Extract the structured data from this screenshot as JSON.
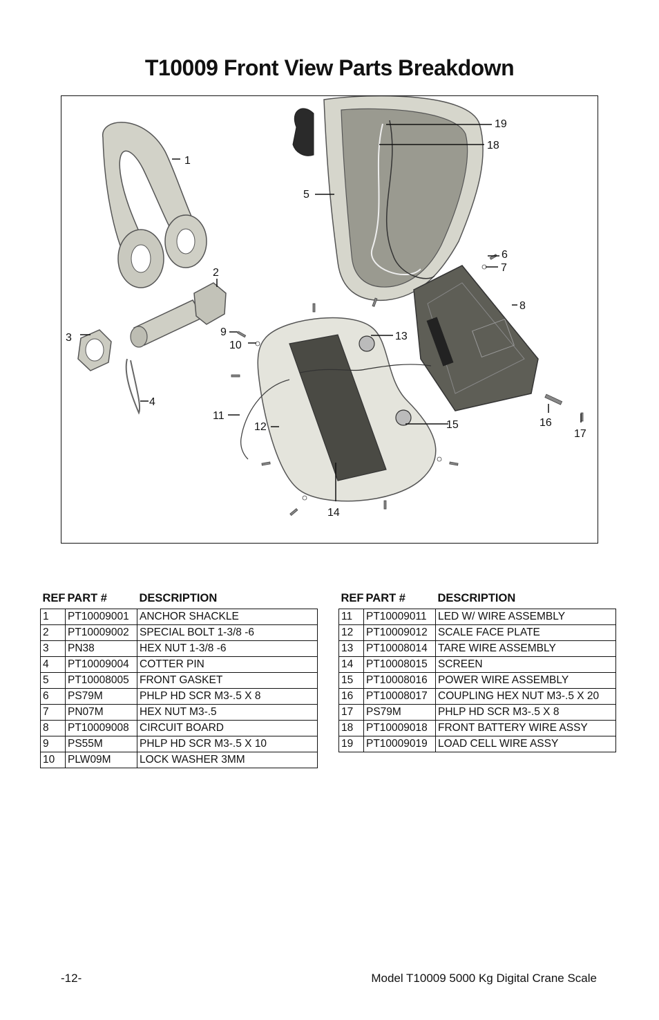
{
  "title": "T10009 Front View Parts Breakdown",
  "callouts": [
    "1",
    "2",
    "3",
    "4",
    "5",
    "6",
    "7",
    "8",
    "9",
    "10",
    "11",
    "12",
    "13",
    "14",
    "15",
    "16",
    "17",
    "18",
    "19"
  ],
  "table": {
    "headers": {
      "ref": "REF",
      "part": "PART #",
      "desc": "DESCRIPTION"
    },
    "rows": [
      {
        "ref": "1",
        "part": "PT10009001",
        "desc": "ANCHOR SHACKLE"
      },
      {
        "ref": "2",
        "part": "PT10009002",
        "desc": "SPECIAL BOLT 1-3/8 -6"
      },
      {
        "ref": "3",
        "part": "PN38",
        "desc": "HEX NUT 1-3/8 -6"
      },
      {
        "ref": "4",
        "part": "PT10009004",
        "desc": "COTTER PIN"
      },
      {
        "ref": "5",
        "part": "PT10008005",
        "desc": "FRONT GASKET"
      },
      {
        "ref": "6",
        "part": "PS79M",
        "desc": "PHLP HD SCR M3-.5 X 8"
      },
      {
        "ref": "7",
        "part": "PN07M",
        "desc": "HEX NUT M3-.5"
      },
      {
        "ref": "8",
        "part": "PT10009008",
        "desc": "CIRCUIT BOARD"
      },
      {
        "ref": "9",
        "part": "PS55M",
        "desc": "PHLP HD SCR M3-.5 X 10"
      },
      {
        "ref": "10",
        "part": "PLW09M",
        "desc": "LOCK WASHER 3MM"
      },
      {
        "ref": "11",
        "part": "PT10009011",
        "desc": "LED W/ WIRE ASSEMBLY"
      },
      {
        "ref": "12",
        "part": "PT10009012",
        "desc": "SCALE FACE PLATE"
      },
      {
        "ref": "13",
        "part": "PT10008014",
        "desc": "TARE WIRE ASSEMBLY"
      },
      {
        "ref": "14",
        "part": "PT10008015",
        "desc": "SCREEN"
      },
      {
        "ref": "15",
        "part": "PT10008016",
        "desc": "POWER WIRE ASSEMBLY"
      },
      {
        "ref": "16",
        "part": "PT10008017",
        "desc": "COUPLING HEX NUT M3-.5 X 20"
      },
      {
        "ref": "17",
        "part": "PS79M",
        "desc": "PHLP HD SCR M3-.5 X 8"
      },
      {
        "ref": "18",
        "part": "PT10009018",
        "desc": "FRONT BATTERY WIRE ASSY"
      },
      {
        "ref": "19",
        "part": "PT10009019",
        "desc": "LOAD CELL WIRE ASSY"
      }
    ]
  },
  "footer": {
    "page_number": "-12-",
    "model": "Model T10009  5000 Kg Digital Crane Scale"
  }
}
